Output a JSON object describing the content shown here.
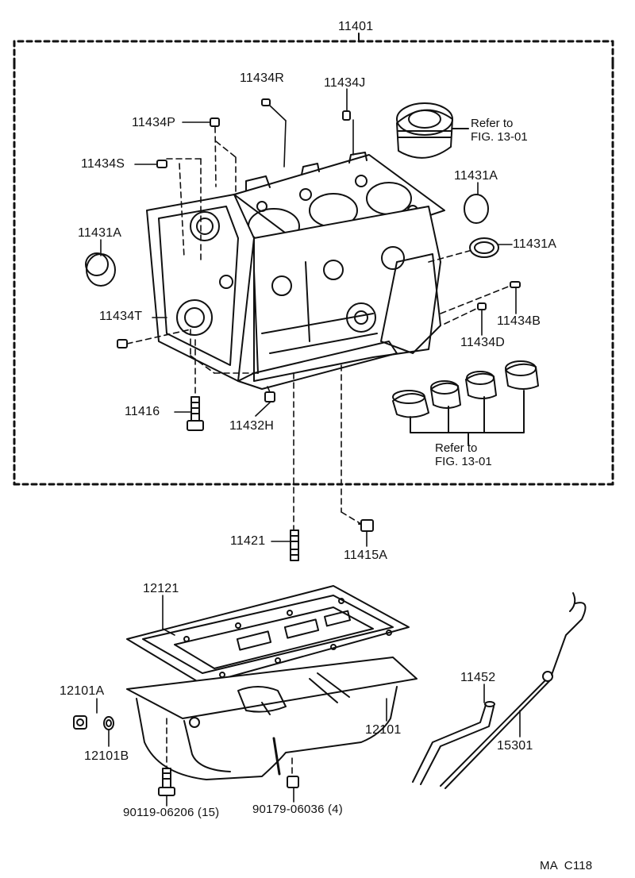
{
  "figure_code": "MA  C118",
  "labels": {
    "assembly": "11401",
    "p_11434R": "11434R",
    "p_11434J": "11434J",
    "p_11434P": "11434P",
    "p_11434S": "11434S",
    "p_11431A_left": "11431A",
    "p_11431A_top": "11431A",
    "p_11431A_right": "11431A",
    "p_11434T": "11434T",
    "p_11434B": "11434B",
    "p_11434D": "11434D",
    "p_11416": "11416",
    "p_11432H": "11432H",
    "p_11421": "11421",
    "p_11415A": "11415A",
    "p_12121": "12121",
    "p_12101A": "12101A",
    "p_12101B": "12101B",
    "p_12101": "12101",
    "p_11452": "11452",
    "p_15301": "15301",
    "p_90119": "90119-06206 (15)",
    "p_90179": "90179-06036 (4)"
  },
  "refs": {
    "piston_line1": "Refer to",
    "piston_line2": "FIG. 13-01",
    "bearing_line1": "Refer to",
    "bearing_line2": "FIG. 13-01"
  }
}
